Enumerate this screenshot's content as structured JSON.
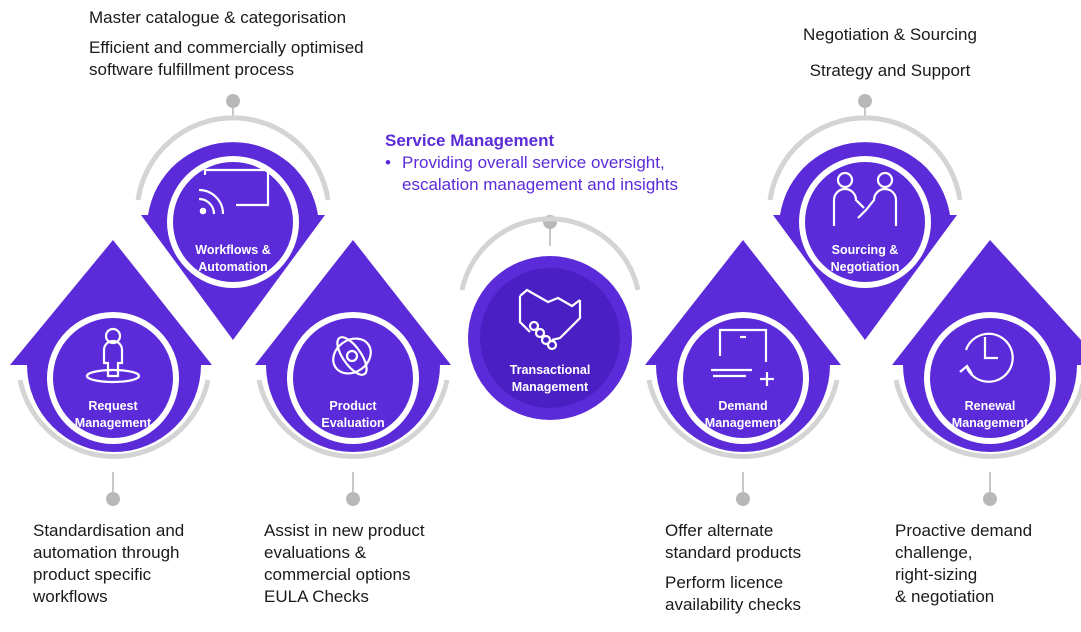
{
  "colors": {
    "purple": "#5b2bd9",
    "purple_dark": "#4a1fc4",
    "arc_gray": "#d4d4d4",
    "dot_gray": "#b8b8b8",
    "text": "#1a1a1a"
  },
  "top_notes": {
    "workflows": [
      "Master catalogue & categorisation",
      "Efficient and commercially optimised",
      "software fulfillment process"
    ],
    "sourcing": [
      "Negotiation & Sourcing",
      "Strategy and Support"
    ]
  },
  "service_management": {
    "title": "Service Management",
    "bullet": "•",
    "lines": [
      "Providing overall service oversight,",
      "escalation management and insights"
    ]
  },
  "nodes": [
    {
      "id": "request",
      "label": [
        "Request",
        "Management"
      ],
      "icon": "person-on-platform-icon"
    },
    {
      "id": "workflows",
      "label": [
        "Workflows &",
        "Automation"
      ],
      "icon": "screen-cast-icon"
    },
    {
      "id": "product",
      "label": [
        "Product",
        "Evaluation"
      ],
      "icon": "orbit-icon"
    },
    {
      "id": "transactional",
      "label": [
        "Transactional",
        "Management"
      ],
      "icon": "handshake-icon"
    },
    {
      "id": "demand",
      "label": [
        "Demand",
        "Management"
      ],
      "icon": "laptop-plus-icon"
    },
    {
      "id": "sourcing",
      "label": [
        "Sourcing &",
        "Negotiation"
      ],
      "icon": "two-people-icon"
    },
    {
      "id": "renewal",
      "label": [
        "Renewal",
        "Management"
      ],
      "icon": "clock-renew-icon"
    }
  ],
  "bottom_notes": {
    "request": [
      "Standardisation and",
      "automation through",
      "product specific",
      "workflows"
    ],
    "product": [
      "Assist in new product",
      "evaluations &",
      "commercial options",
      "EULA Checks"
    ],
    "demand_a": [
      "Offer alternate",
      "standard products"
    ],
    "demand_b": [
      "Perform licence",
      "availability checks"
    ],
    "renewal": [
      "Proactive demand",
      "challenge,",
      "right-sizing",
      "& negotiation"
    ]
  }
}
